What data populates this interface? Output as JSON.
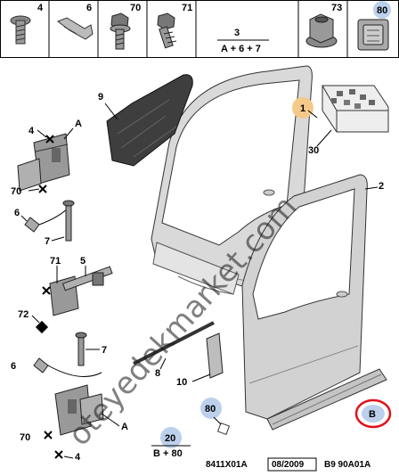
{
  "header_cells": [
    {
      "number": "4",
      "icon": "screw-flange-icon",
      "accent": false
    },
    {
      "number": "6",
      "icon": "clip-icon",
      "accent": false
    },
    {
      "number": "70",
      "icon": "bolt-washer-icon",
      "accent": false
    },
    {
      "number": "71",
      "icon": "bolt-thread-icon",
      "accent": false
    },
    {
      "number": "",
      "icon": "spacer",
      "accent": false
    },
    {
      "number": "",
      "icon": "spacer",
      "accent": false
    },
    {
      "number": "",
      "icon": "spacer",
      "accent": false
    },
    {
      "number": "73",
      "icon": "flange-nut-icon",
      "accent": false
    },
    {
      "number": "80",
      "icon": "door-clip-icon",
      "accent": true
    }
  ],
  "assembly": {
    "number": "3",
    "formula": "A + 6 + 7"
  },
  "callouts": {
    "p1": "1",
    "p2": "2",
    "p4a": "4",
    "p4b": "4",
    "p5": "5",
    "p6a": "6",
    "p6b": "6",
    "p7a": "7",
    "p7b": "7",
    "p8": "8",
    "p9": "9",
    "p10": "10",
    "p20": "20",
    "p20f": "B + 80",
    "p30": "30",
    "p70a": "70",
    "p70b": "70",
    "p71": "71",
    "p72": "72",
    "p80": "80",
    "pA1": "A",
    "pA2": "A",
    "pB": "B"
  },
  "watermark": "oteyedekmarket.com",
  "footer": {
    "ref": "8411X01A",
    "date": "08/2009",
    "code": "B9 90A01A"
  },
  "colors": {
    "accent_circle": "#bcd0ec",
    "orange_circle": "#f5c98a",
    "highlight_ring": "#e0121b"
  }
}
